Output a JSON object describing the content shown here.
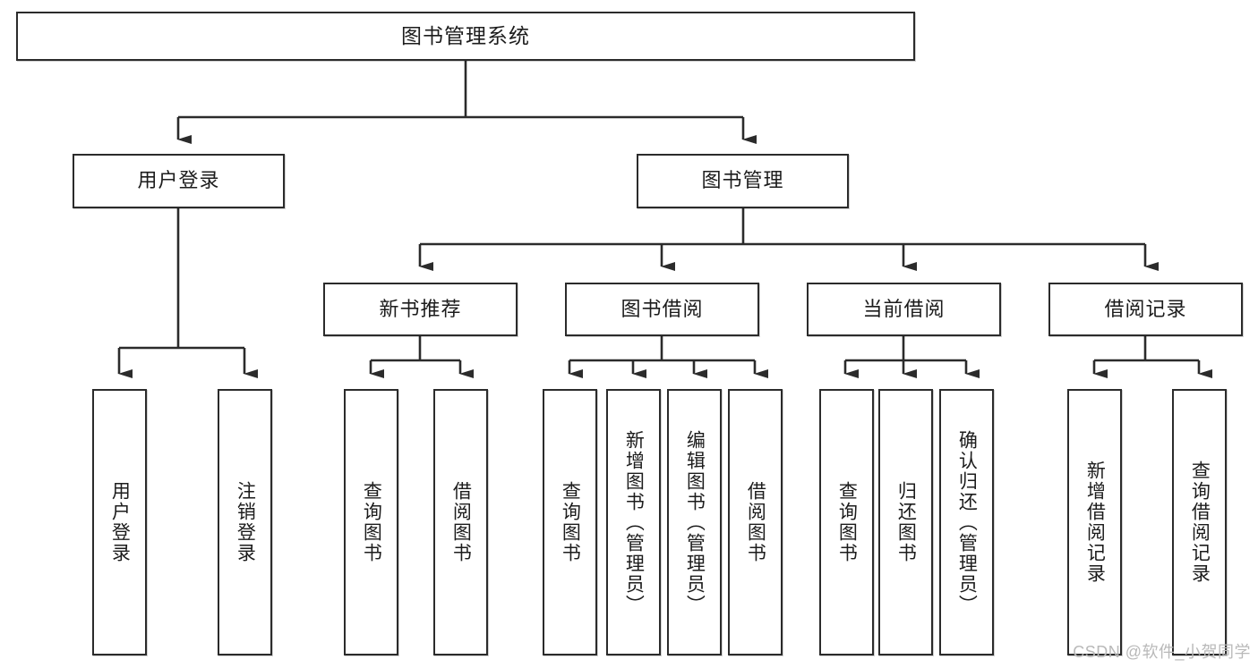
{
  "diagram": {
    "type": "tree",
    "title": "图书管理系统",
    "watermark": "CSDN @软件_小贺同学",
    "colors": {
      "box_border": "#2b2b2b",
      "box_fill": "#ffffff",
      "connector": "#2b2b2b",
      "text": "#1c1c1c",
      "watermark": "#b9b9b9"
    },
    "levels": {
      "root": {
        "label": "图书管理系统"
      },
      "level2": [
        {
          "label": "用户登录"
        },
        {
          "label": "图书管理"
        }
      ],
      "level3": [
        {
          "label": "新书推荐"
        },
        {
          "label": "图书借阅"
        },
        {
          "label": "当前借阅"
        },
        {
          "label": "借阅记录"
        }
      ],
      "leaves": [
        {
          "label": "用户登录",
          "parent": "用户登录"
        },
        {
          "label": "注销登录",
          "parent": "用户登录"
        },
        {
          "label": "查询图书",
          "parent": "新书推荐"
        },
        {
          "label": "借阅图书",
          "parent": "新书推荐"
        },
        {
          "label": "查询图书",
          "parent": "图书借阅"
        },
        {
          "label": "新增图书（管理员）",
          "parent": "图书借阅"
        },
        {
          "label": "编辑图书（管理员）",
          "parent": "图书借阅"
        },
        {
          "label": "借阅图书",
          "parent": "图书借阅"
        },
        {
          "label": "查询图书",
          "parent": "当前借阅"
        },
        {
          "label": "归还图书",
          "parent": "当前借阅"
        },
        {
          "label": "确认归还（管理员）",
          "parent": "当前借阅"
        },
        {
          "label": "新增借阅记录",
          "parent": "借阅记录"
        },
        {
          "label": "查询借阅记录",
          "parent": "借阅记录"
        }
      ]
    }
  }
}
